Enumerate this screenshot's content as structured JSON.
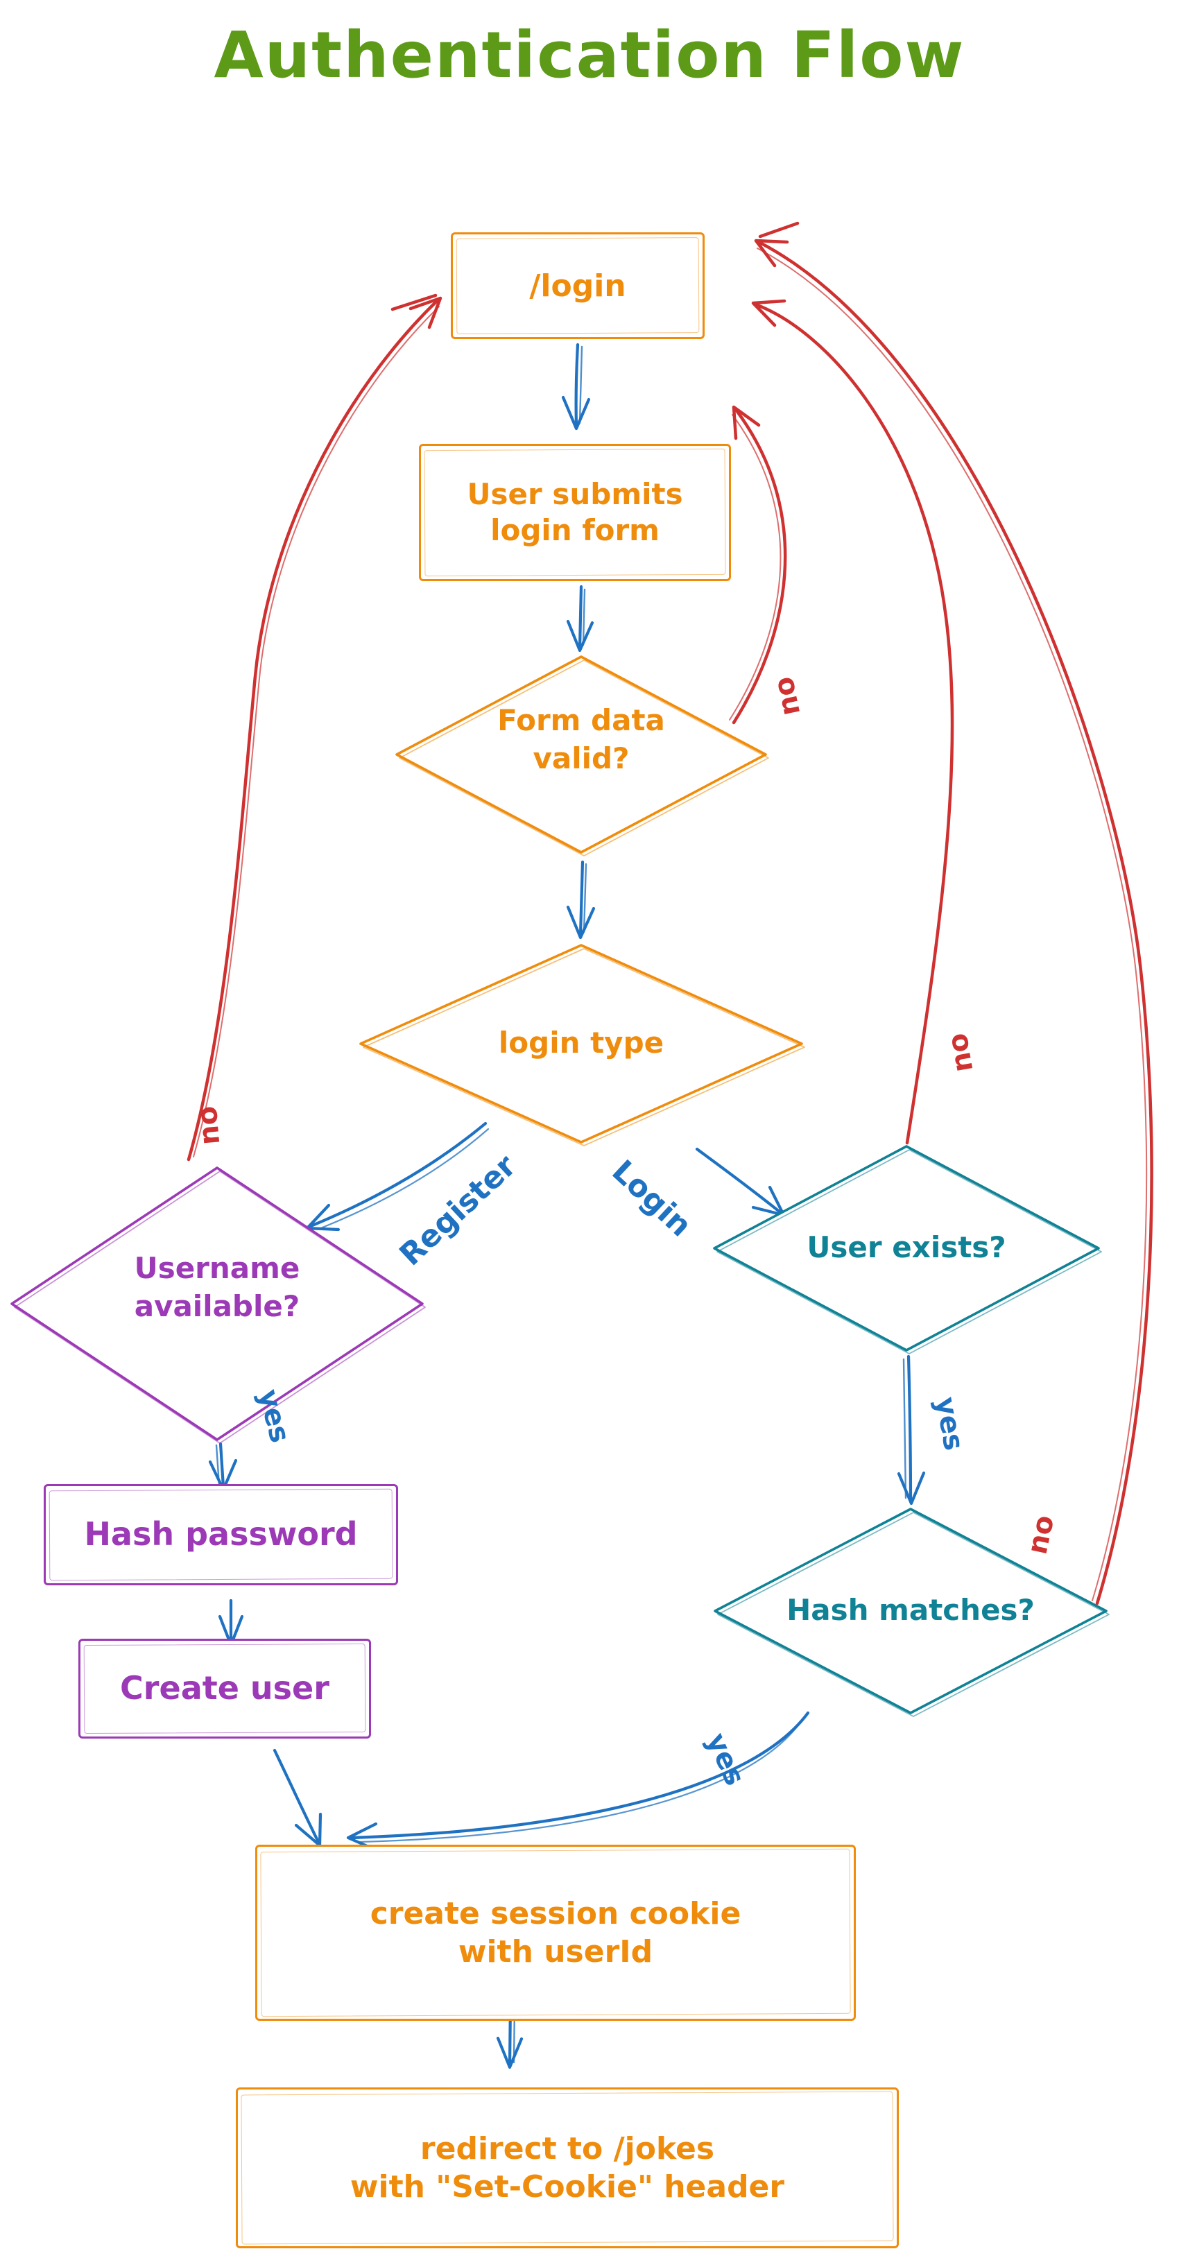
{
  "title": {
    "text": "Authentication Flow"
  },
  "palette": {
    "title_green": "#5c9a17",
    "orange": "#ef8c0c",
    "blue": "#1f72c2",
    "red": "#cf3030",
    "purple": "#9c39b6",
    "teal": "#0f8295"
  },
  "nodes": {
    "login": {
      "label": "/login"
    },
    "user_submits": {
      "label": "User submits\nlogin form"
    },
    "form_valid": {
      "label": "Form data\nvalid?"
    },
    "login_type": {
      "label": "login type"
    },
    "username_available": {
      "label": "Username\navailable?"
    },
    "user_exists": {
      "label": "User exists?"
    },
    "hash_matches": {
      "label": "Hash matches?"
    },
    "hash_password": {
      "label": "Hash password"
    },
    "create_user": {
      "label": "Create user"
    },
    "create_session": {
      "label": "create session cookie\nwith userId"
    },
    "redirect": {
      "label": "redirect to /jokes\nwith \"Set-Cookie\" header"
    }
  },
  "edge_labels": {
    "register": "Register",
    "login": "Login",
    "yes_username": "yes",
    "yes_user_exists": "yes",
    "yes_hash_matches": "yes",
    "no_form_valid": "no",
    "no_username": "no",
    "no_user_exists": "no",
    "no_hash_matches": "no"
  }
}
